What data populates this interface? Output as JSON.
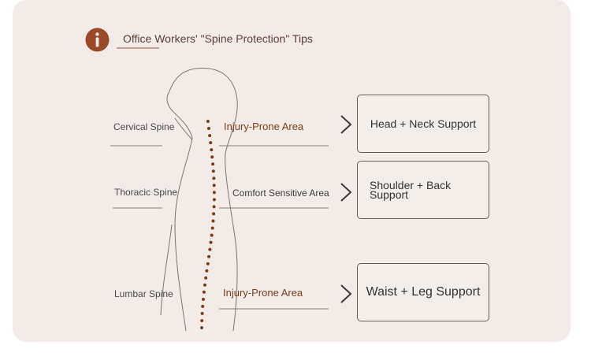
{
  "header": {
    "icon": "info-icon",
    "title": "Office Workers' \"Spine Protection\" Tips"
  },
  "regions": [
    {
      "spine": "Cervical Spine",
      "zone": "Injury-Prone Area",
      "support": "Head + Neck Support"
    },
    {
      "spine": "Thoracic Spine",
      "zone": "Comfort Sensitive Area",
      "support": "Shoulder + Back Support"
    },
    {
      "spine": "Lumbar Spine",
      "zone": "Injury-Prone Area",
      "support": "Waist + Leg Support"
    }
  ],
  "colors": {
    "card_background": "#f2ebe7",
    "accent_brown": "#8b4a2b",
    "injury_text": "#7a3d1c",
    "injury_highlight": "#e8a070"
  }
}
